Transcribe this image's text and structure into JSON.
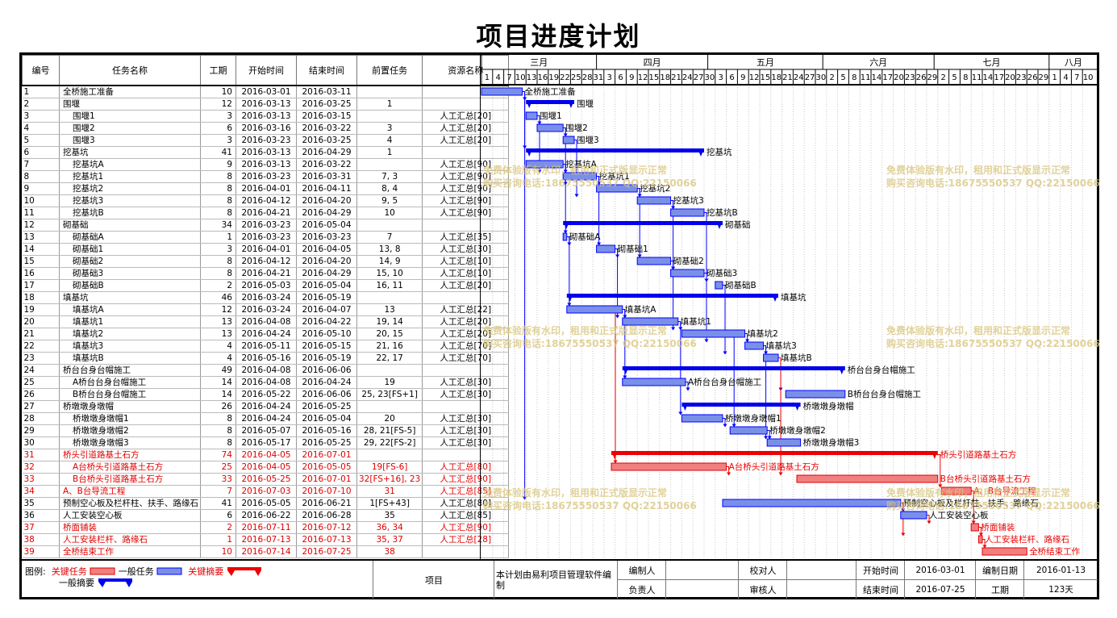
{
  "title": "项目进度计划",
  "headers": [
    "编号",
    "任务名称",
    "工期",
    "开始时间",
    "结束时间",
    "前置任务",
    "资源名称"
  ],
  "months": [
    {
      "name": "三月",
      "start": "2016-03-01"
    },
    {
      "name": "四月",
      "start": "2016-04-01"
    },
    {
      "name": "五月",
      "start": "2016-05-01"
    },
    {
      "name": "六月",
      "start": "2016-06-01"
    },
    {
      "name": "七月",
      "start": "2016-07-01"
    },
    {
      "name": "八月",
      "start": "2016-08-01"
    }
  ],
  "day_ticks": [
    "1",
    "4",
    "7",
    "10",
    "13",
    "16",
    "19",
    "22",
    "25",
    "28",
    "31",
    "3",
    "6",
    "9",
    "12",
    "15",
    "18",
    "21",
    "24",
    "27",
    "30",
    "3",
    "6",
    "9",
    "12",
    "15",
    "18",
    "21",
    "24",
    "27",
    "30",
    "2",
    "5",
    "8",
    "11",
    "14",
    "17",
    "20",
    "23",
    "26",
    "29",
    "2",
    "5",
    "8",
    "11",
    "14",
    "17",
    "20",
    "23",
    "26",
    "29",
    "1",
    "4",
    "7",
    "10"
  ],
  "tasks": [
    {
      "id": "1",
      "name": "全桥施工准备",
      "level": 0,
      "dur": "10",
      "start": "2016-03-01",
      "end": "2016-03-11",
      "pred": "",
      "res": "",
      "type": "normal"
    },
    {
      "id": "2",
      "name": "围堰",
      "level": 0,
      "dur": "12",
      "start": "2016-03-13",
      "end": "2016-03-25",
      "pred": "1",
      "res": "",
      "type": "summary"
    },
    {
      "id": "3",
      "name": "围堰1",
      "level": 1,
      "dur": "3",
      "start": "2016-03-13",
      "end": "2016-03-15",
      "pred": "",
      "res": "人工汇总[20]",
      "type": "normal"
    },
    {
      "id": "4",
      "name": "围堰2",
      "level": 1,
      "dur": "6",
      "start": "2016-03-16",
      "end": "2016-03-22",
      "pred": "3",
      "res": "人工汇总[20]",
      "type": "normal"
    },
    {
      "id": "5",
      "name": "围堰3",
      "level": 1,
      "dur": "3",
      "start": "2016-03-23",
      "end": "2016-03-25",
      "pred": "4",
      "res": "人工汇总[20]",
      "type": "normal"
    },
    {
      "id": "6",
      "name": "挖基坑",
      "level": 0,
      "dur": "41",
      "start": "2016-03-13",
      "end": "2016-04-29",
      "pred": "1",
      "res": "",
      "type": "summary"
    },
    {
      "id": "7",
      "name": "挖基坑A",
      "level": 1,
      "dur": "9",
      "start": "2016-03-13",
      "end": "2016-03-22",
      "pred": "",
      "res": "人工汇总[90]",
      "type": "normal"
    },
    {
      "id": "8",
      "name": "挖基坑1",
      "level": 1,
      "dur": "8",
      "start": "2016-03-23",
      "end": "2016-03-31",
      "pred": "7, 3",
      "res": "人工汇总[90]",
      "type": "normal"
    },
    {
      "id": "9",
      "name": "挖基坑2",
      "level": 1,
      "dur": "8",
      "start": "2016-04-01",
      "end": "2016-04-11",
      "pred": "8, 4",
      "res": "人工汇总[90]",
      "type": "normal"
    },
    {
      "id": "10",
      "name": "挖基坑3",
      "level": 1,
      "dur": "8",
      "start": "2016-04-12",
      "end": "2016-04-20",
      "pred": "9, 5",
      "res": "人工汇总[90]",
      "type": "normal"
    },
    {
      "id": "11",
      "name": "挖基坑B",
      "level": 1,
      "dur": "8",
      "start": "2016-04-21",
      "end": "2016-04-29",
      "pred": "10",
      "res": "人工汇总[90]",
      "type": "normal"
    },
    {
      "id": "12",
      "name": "砌基础",
      "level": 0,
      "dur": "34",
      "start": "2016-03-23",
      "end": "2016-05-04",
      "pred": "",
      "res": "",
      "type": "summary"
    },
    {
      "id": "13",
      "name": "砌基础A",
      "level": 1,
      "dur": "1",
      "start": "2016-03-23",
      "end": "2016-03-23",
      "pred": "7",
      "res": "人工汇总[35]",
      "type": "normal"
    },
    {
      "id": "14",
      "name": "砌基础1",
      "level": 1,
      "dur": "3",
      "start": "2016-04-01",
      "end": "2016-04-05",
      "pred": "13, 8",
      "res": "人工汇总[30]",
      "type": "normal"
    },
    {
      "id": "15",
      "name": "砌基础2",
      "level": 1,
      "dur": "8",
      "start": "2016-04-12",
      "end": "2016-04-20",
      "pred": "14, 9",
      "res": "人工汇总[10]",
      "type": "normal"
    },
    {
      "id": "16",
      "name": "砌基础3",
      "level": 1,
      "dur": "8",
      "start": "2016-04-21",
      "end": "2016-04-29",
      "pred": "15, 10",
      "res": "人工汇总[10]",
      "type": "normal"
    },
    {
      "id": "17",
      "name": "砌基础B",
      "level": 1,
      "dur": "2",
      "start": "2016-05-03",
      "end": "2016-05-04",
      "pred": "16, 11",
      "res": "人工汇总[20]",
      "type": "normal"
    },
    {
      "id": "18",
      "name": "填基坑",
      "level": 0,
      "dur": "46",
      "start": "2016-03-24",
      "end": "2016-05-19",
      "pred": "",
      "res": "",
      "type": "summary"
    },
    {
      "id": "19",
      "name": "填基坑A",
      "level": 1,
      "dur": "12",
      "start": "2016-03-24",
      "end": "2016-04-07",
      "pred": "13",
      "res": "人工汇总[22]",
      "type": "normal"
    },
    {
      "id": "20",
      "name": "填基坑1",
      "level": 1,
      "dur": "13",
      "start": "2016-04-08",
      "end": "2016-04-22",
      "pred": "19, 14",
      "res": "人工汇总[20]",
      "type": "normal"
    },
    {
      "id": "21",
      "name": "填基坑2",
      "level": 1,
      "dur": "13",
      "start": "2016-04-24",
      "end": "2016-05-10",
      "pred": "20, 15",
      "res": "人工汇总[20]",
      "type": "normal"
    },
    {
      "id": "22",
      "name": "填基坑3",
      "level": 1,
      "dur": "4",
      "start": "2016-05-11",
      "end": "2016-05-15",
      "pred": "21, 16",
      "res": "人工汇总[70]",
      "type": "normal"
    },
    {
      "id": "23",
      "name": "填基坑B",
      "level": 1,
      "dur": "4",
      "start": "2016-05-16",
      "end": "2016-05-19",
      "pred": "22, 17",
      "res": "人工汇总[70]",
      "type": "normal"
    },
    {
      "id": "24",
      "name": "桥台台身台帽施工",
      "level": 0,
      "dur": "49",
      "start": "2016-04-08",
      "end": "2016-06-06",
      "pred": "",
      "res": "",
      "type": "summary"
    },
    {
      "id": "25",
      "name": "A桥台台身台帽施工",
      "level": 1,
      "dur": "14",
      "start": "2016-04-08",
      "end": "2016-04-24",
      "pred": "19",
      "res": "人工汇总[30]",
      "type": "normal"
    },
    {
      "id": "26",
      "name": "B桥台台身台帽施工",
      "level": 1,
      "dur": "14",
      "start": "2016-05-22",
      "end": "2016-06-06",
      "pred": "25, 23[FS+1]",
      "res": "人工汇总[30]",
      "type": "normal"
    },
    {
      "id": "27",
      "name": "桥墩墩身墩帽",
      "level": 0,
      "dur": "26",
      "start": "2016-04-24",
      "end": "2016-05-25",
      "pred": "",
      "res": "",
      "type": "summary"
    },
    {
      "id": "28",
      "name": "桥墩墩身墩帽1",
      "level": 1,
      "dur": "8",
      "start": "2016-04-24",
      "end": "2016-05-04",
      "pred": "20",
      "res": "人工汇总[30]",
      "type": "normal"
    },
    {
      "id": "29",
      "name": "桥墩墩身墩帽2",
      "level": 1,
      "dur": "8",
      "start": "2016-05-07",
      "end": "2016-05-16",
      "pred": "28, 21[FS-5]",
      "res": "人工汇总[30]",
      "type": "normal"
    },
    {
      "id": "30",
      "name": "桥墩墩身墩帽3",
      "level": 1,
      "dur": "8",
      "start": "2016-05-17",
      "end": "2016-05-25",
      "pred": "29, 22[FS-2]",
      "res": "人工汇总[30]",
      "type": "normal"
    },
    {
      "id": "31",
      "name": "桥头引道路基土石方",
      "level": 0,
      "dur": "74",
      "start": "2016-04-05",
      "end": "2016-07-01",
      "pred": "",
      "res": "",
      "type": "critsummary"
    },
    {
      "id": "32",
      "name": "A台桥头引道路基土石方",
      "level": 1,
      "dur": "25",
      "start": "2016-04-05",
      "end": "2016-05-05",
      "pred": "19[FS-6]",
      "res": "人工汇总[80]",
      "type": "critical"
    },
    {
      "id": "33",
      "name": "B台桥头引道路基土石方",
      "level": 1,
      "dur": "33",
      "start": "2016-05-25",
      "end": "2016-07-01",
      "pred": "32[FS+16], 23",
      "res": "人工汇总[90]",
      "type": "critical"
    },
    {
      "id": "34",
      "name": "A、B台导流工程",
      "level": 0,
      "dur": "7",
      "start": "2016-07-03",
      "end": "2016-07-10",
      "pred": "31",
      "res": "人工汇总[85]",
      "type": "critical"
    },
    {
      "id": "35",
      "name": "预制空心板及栏杆柱、扶手、路缘石",
      "level": 0,
      "dur": "41",
      "start": "2016-05-05",
      "end": "2016-06-21",
      "pred": "1[FS+43]",
      "res": "人工汇总[80]",
      "type": "normal"
    },
    {
      "id": "36",
      "name": "人工安装空心板",
      "level": 0,
      "dur": "6",
      "start": "2016-06-22",
      "end": "2016-06-28",
      "pred": "35",
      "res": "人工汇总[85]",
      "type": "normal"
    },
    {
      "id": "37",
      "name": "桥面铺装",
      "level": 0,
      "dur": "2",
      "start": "2016-07-11",
      "end": "2016-07-12",
      "pred": "36, 34",
      "res": "人工汇总[90]",
      "type": "critical"
    },
    {
      "id": "38",
      "name": "人工安装栏杆、路缘石",
      "level": 0,
      "dur": "1",
      "start": "2016-07-13",
      "end": "2016-07-13",
      "pred": "35, 37",
      "res": "人工汇总[28]",
      "type": "critical"
    },
    {
      "id": "39",
      "name": "全桥结束工作",
      "level": 0,
      "dur": "10",
      "start": "2016-07-14",
      "end": "2016-07-25",
      "pred": "38",
      "res": "",
      "type": "critical"
    }
  ],
  "legend": {
    "label": "图例:",
    "critical": "关键任务",
    "normal": "一般任务",
    "critsummary": "关键摘要",
    "summary": "一般摘要"
  },
  "footer": {
    "project": "项目",
    "note": "本计划由易利项目管理软件编制",
    "editor_label": "编制人",
    "checker_label": "校对人",
    "owner_label": "负责人",
    "reviewer_label": "审核人",
    "start_label": "开始时间",
    "start_value": "2016-03-01",
    "end_label": "结束时间",
    "end_value": "2016-07-25",
    "date_label": "编制日期",
    "date_value": "2016-01-13",
    "duration_label": "工期",
    "duration_value": "123天"
  },
  "watermark": {
    "line1": "免费体验版有水印，租用和正式版显示正常",
    "line2": "购买咨询电话:18675550537 QQ:22150066"
  },
  "colors": {
    "blue": "#0000ff",
    "normal_fill": "#4466dd",
    "critical": "#ee0000",
    "grid": "#999999"
  }
}
